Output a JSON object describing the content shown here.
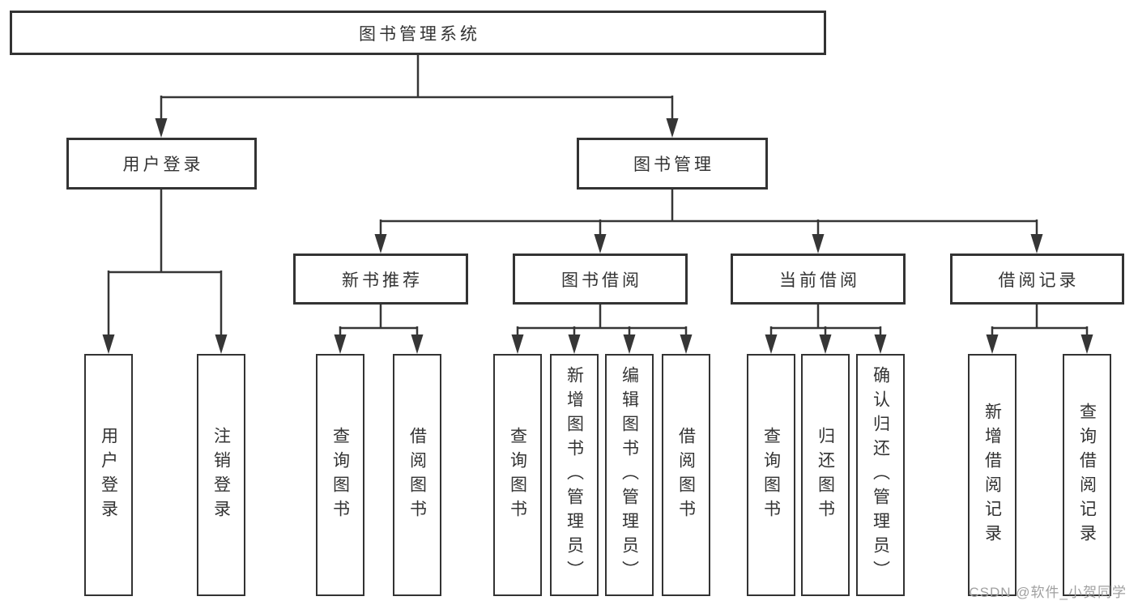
{
  "diagram": {
    "type": "tree",
    "root": {
      "label": "图书管理系统",
      "children": [
        {
          "label": "用户登录",
          "children": [
            {
              "label": "用户登录"
            },
            {
              "label": "注销登录"
            }
          ]
        },
        {
          "label": "图书管理",
          "children": [
            {
              "label": "新书推荐",
              "children": [
                {
                  "label": "查询图书"
                },
                {
                  "label": "借阅图书"
                }
              ]
            },
            {
              "label": "图书借阅",
              "children": [
                {
                  "label": "查询图书"
                },
                {
                  "label": "新增图书（管理员）"
                },
                {
                  "label": "编辑图书（管理员）"
                },
                {
                  "label": "借阅图书"
                }
              ]
            },
            {
              "label": "当前借阅",
              "children": [
                {
                  "label": "查询图书"
                },
                {
                  "label": "归还图书"
                },
                {
                  "label": "确认归还（管理员）"
                }
              ]
            },
            {
              "label": "借阅记录",
              "children": [
                {
                  "label": "新增借阅记录"
                },
                {
                  "label": "查询借阅记录"
                }
              ]
            }
          ]
        }
      ]
    }
  },
  "watermark": {
    "text": "CSDN @软件_小贺同学"
  },
  "colors": {
    "line": "#363636",
    "box_border": "#333333",
    "text": "#333333",
    "watermark": "#a0a0a0",
    "background": "#ffffff"
  }
}
